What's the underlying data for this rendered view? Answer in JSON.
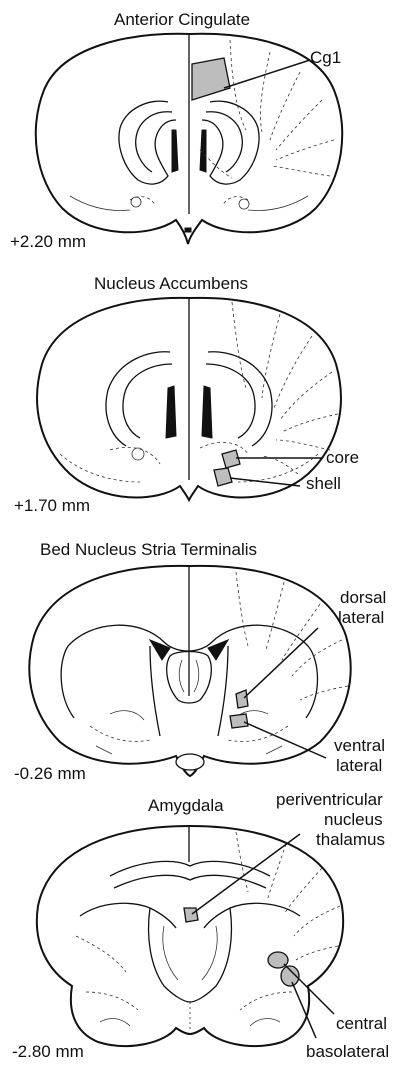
{
  "panels": [
    {
      "title": "Anterior Cingulate",
      "coordinate": "+2.20 mm",
      "labels": [
        "Cg1"
      ],
      "region_color": "#bdbdbd"
    },
    {
      "title": "Nucleus Accumbens",
      "coordinate": "+1.70 mm",
      "labels": [
        "core",
        "shell"
      ],
      "region_color": "#bdbdbd"
    },
    {
      "title": "Bed Nucleus Stria Terminalis",
      "coordinate": "-0.26 mm",
      "labels": [
        "dorsal",
        "lateral",
        "ventral",
        "lateral"
      ],
      "region_color": "#bdbdbd"
    },
    {
      "title": "Amygdala",
      "coordinate": "-2.80 mm",
      "labels": [
        "periventricular",
        "nucleus",
        "thalamus",
        "central",
        "basolateral"
      ],
      "region_color": "#bdbdbd"
    }
  ]
}
